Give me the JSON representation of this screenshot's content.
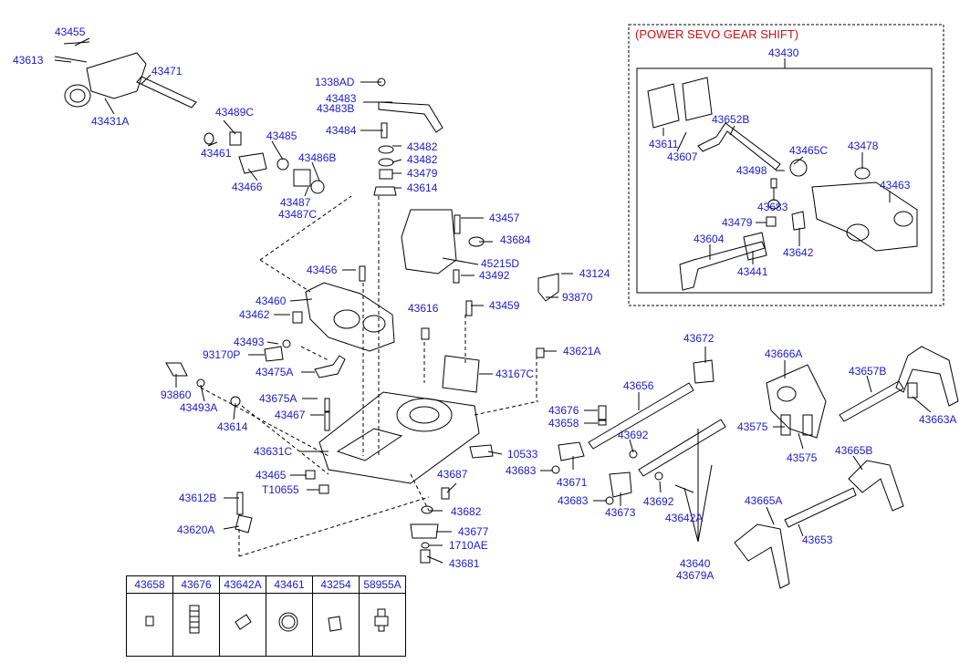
{
  "inset": {
    "title": "(POWER SEVO GEAR SHIFT)",
    "assembly": "43430"
  },
  "labels": [
    {
      "id": "43455",
      "text": "43455"
    },
    {
      "id": "43613",
      "text": "43613"
    },
    {
      "id": "43471",
      "text": "43471"
    },
    {
      "id": "43431A",
      "text": "43431A"
    },
    {
      "id": "43489C",
      "text": "43489C"
    },
    {
      "id": "43461",
      "text": "43461"
    },
    {
      "id": "43485",
      "text": "43485"
    },
    {
      "id": "43486B",
      "text": "43486B"
    },
    {
      "id": "43466",
      "text": "43466"
    },
    {
      "id": "43487",
      "text": "43487"
    },
    {
      "id": "43487C",
      "text": "43487C"
    },
    {
      "id": "1338AD",
      "text": "1338AD"
    },
    {
      "id": "43483",
      "text": "43483"
    },
    {
      "id": "43483B",
      "text": "43483B"
    },
    {
      "id": "43484",
      "text": "43484"
    },
    {
      "id": "43482a",
      "text": "43482"
    },
    {
      "id": "43482b",
      "text": "43482"
    },
    {
      "id": "43479",
      "text": "43479"
    },
    {
      "id": "43614a",
      "text": "43614"
    },
    {
      "id": "43457",
      "text": "43457"
    },
    {
      "id": "43684",
      "text": "43684"
    },
    {
      "id": "45215D",
      "text": "45215D"
    },
    {
      "id": "43492",
      "text": "43492"
    },
    {
      "id": "43124",
      "text": "43124"
    },
    {
      "id": "43456",
      "text": "43456"
    },
    {
      "id": "93870",
      "text": "93870"
    },
    {
      "id": "43459",
      "text": "43459"
    },
    {
      "id": "43460",
      "text": "43460"
    },
    {
      "id": "43462",
      "text": "43462"
    },
    {
      "id": "43616",
      "text": "43616"
    },
    {
      "id": "43493",
      "text": "43493"
    },
    {
      "id": "93170P",
      "text": "93170P"
    },
    {
      "id": "43475A",
      "text": "43475A"
    },
    {
      "id": "43621A",
      "text": "43621A"
    },
    {
      "id": "43167C",
      "text": "43167C"
    },
    {
      "id": "93860",
      "text": "93860"
    },
    {
      "id": "43493A",
      "text": "43493A"
    },
    {
      "id": "43614b",
      "text": "43614"
    },
    {
      "id": "43675A",
      "text": "43675A"
    },
    {
      "id": "43467",
      "text": "43467"
    },
    {
      "id": "43631C",
      "text": "43631C"
    },
    {
      "id": "43465",
      "text": "43465"
    },
    {
      "id": "T10655",
      "text": "T10655"
    },
    {
      "id": "43612B",
      "text": "43612B"
    },
    {
      "id": "43620A",
      "text": "43620A"
    },
    {
      "id": "10533",
      "text": "10533"
    },
    {
      "id": "43687",
      "text": "43687"
    },
    {
      "id": "43682",
      "text": "43682"
    },
    {
      "id": "43677",
      "text": "43677"
    },
    {
      "id": "1710AE",
      "text": "1710AE"
    },
    {
      "id": "43681",
      "text": "43681"
    },
    {
      "id": "43656",
      "text": "43656"
    },
    {
      "id": "43676",
      "text": "43676"
    },
    {
      "id": "43658",
      "text": "43658"
    },
    {
      "id": "43692a",
      "text": "43692"
    },
    {
      "id": "43683a",
      "text": "43683"
    },
    {
      "id": "43671",
      "text": "43671"
    },
    {
      "id": "43683b",
      "text": "43683"
    },
    {
      "id": "43673",
      "text": "43673"
    },
    {
      "id": "43692b",
      "text": "43692"
    },
    {
      "id": "43642A",
      "text": "43642A"
    },
    {
      "id": "43640",
      "text": "43640"
    },
    {
      "id": "43679A",
      "text": "43679A"
    },
    {
      "id": "43672",
      "text": "43672"
    },
    {
      "id": "43666A",
      "text": "43666A"
    },
    {
      "id": "43657B",
      "text": "43657B"
    },
    {
      "id": "43575a",
      "text": "43575"
    },
    {
      "id": "43575b",
      "text": "43575"
    },
    {
      "id": "43663A",
      "text": "43663A"
    },
    {
      "id": "43665B",
      "text": "43665B"
    },
    {
      "id": "43665A",
      "text": "43665A"
    },
    {
      "id": "43653",
      "text": "43653"
    },
    {
      "id": "43611",
      "text": "43611"
    },
    {
      "id": "43607",
      "text": "43607"
    },
    {
      "id": "43652B",
      "text": "43652B"
    },
    {
      "id": "43465C",
      "text": "43465C"
    },
    {
      "id": "43478",
      "text": "43478"
    },
    {
      "id": "43498",
      "text": "43498"
    },
    {
      "id": "43463",
      "text": "43463"
    },
    {
      "id": "43683c",
      "text": "43683"
    },
    {
      "id": "43479b",
      "text": "43479"
    },
    {
      "id": "43604",
      "text": "43604"
    },
    {
      "id": "43642",
      "text": "43642"
    },
    {
      "id": "43441",
      "text": "43441"
    }
  ],
  "legend": [
    "43658",
    "43676",
    "43642A",
    "43461",
    "43254",
    "58955A"
  ],
  "colors": {
    "label": "#1a1ad0",
    "inset_title": "#d01010",
    "line": "#000000"
  }
}
